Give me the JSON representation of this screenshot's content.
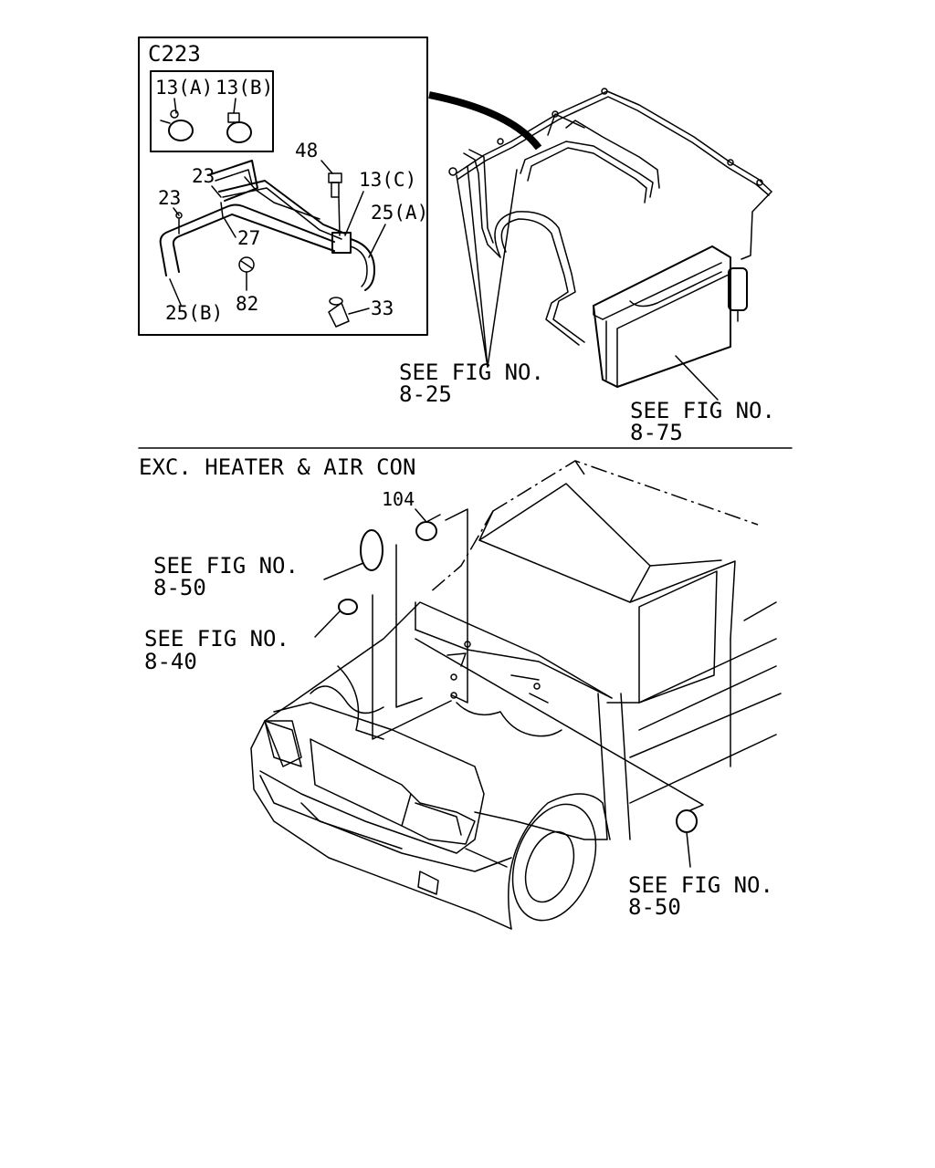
{
  "inset": {
    "code": "C223",
    "sub_labels": [
      "13(A)",
      "13(B)"
    ],
    "parts": {
      "p48": "48",
      "p13c": "13(C)",
      "p23a": "23",
      "p23b": "23",
      "p27": "27",
      "p25a": "25(A)",
      "p25b": "25(B)",
      "p82": "82",
      "p33": "33"
    }
  },
  "refs_top": {
    "r825": {
      "line1": "SEE FIG NO.",
      "line2": "8-25"
    },
    "r875": {
      "line1": "SEE FIG NO.",
      "line2": "8-75"
    }
  },
  "section_title": "EXC. HEATER & AIR CON",
  "refs_bottom": {
    "p104": "104",
    "r850a": {
      "line1": "SEE FIG NO.",
      "line2": "8-50"
    },
    "r840": {
      "line1": "SEE FIG NO.",
      "line2": "8-40"
    },
    "r850b": {
      "line1": "SEE FIG NO.",
      "line2": "8-50"
    }
  }
}
